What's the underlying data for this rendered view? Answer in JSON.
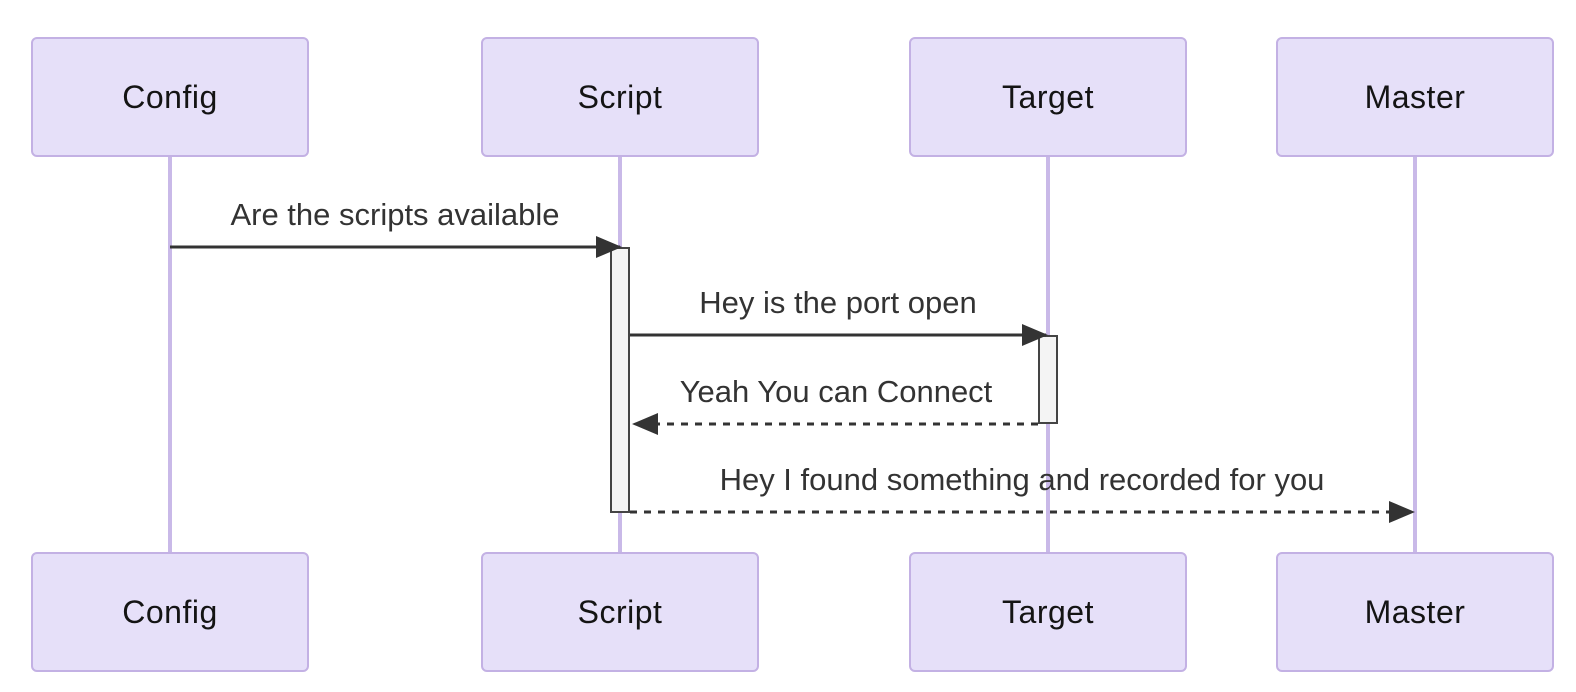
{
  "diagram": {
    "type": "sequence-diagram",
    "actors": [
      {
        "id": "config",
        "label": "Config"
      },
      {
        "id": "script",
        "label": "Script"
      },
      {
        "id": "target",
        "label": "Target"
      },
      {
        "id": "master",
        "label": "Master"
      }
    ],
    "messages": [
      {
        "from": "Config",
        "to": "Script",
        "text": "Are the scripts available",
        "line": "solid",
        "arrow": "filled"
      },
      {
        "from": "Script",
        "to": "Target",
        "text": "Hey is the port open",
        "line": "solid",
        "arrow": "filled"
      },
      {
        "from": "Target",
        "to": "Script",
        "text": "Yeah You can Connect",
        "line": "dashed",
        "arrow": "filled"
      },
      {
        "from": "Script",
        "to": "Master",
        "text": "Hey I found something and recorded for you",
        "line": "dashed",
        "arrow": "filled"
      }
    ],
    "activations": [
      {
        "actor": "Script",
        "from_message": 1,
        "to_message": 4
      },
      {
        "actor": "Target",
        "from_message": 2,
        "to_message": 3
      }
    ],
    "colors": {
      "background": "#ffffff",
      "actor_fill": "#e6e0f9",
      "actor_border": "#c3b1e4",
      "actor_text": "#141414",
      "lifeline": "#c9b9e8",
      "message_line": "#333333",
      "message_text": "#333333",
      "activation_fill": "#f4f4f4",
      "activation_border": "#444444"
    }
  }
}
